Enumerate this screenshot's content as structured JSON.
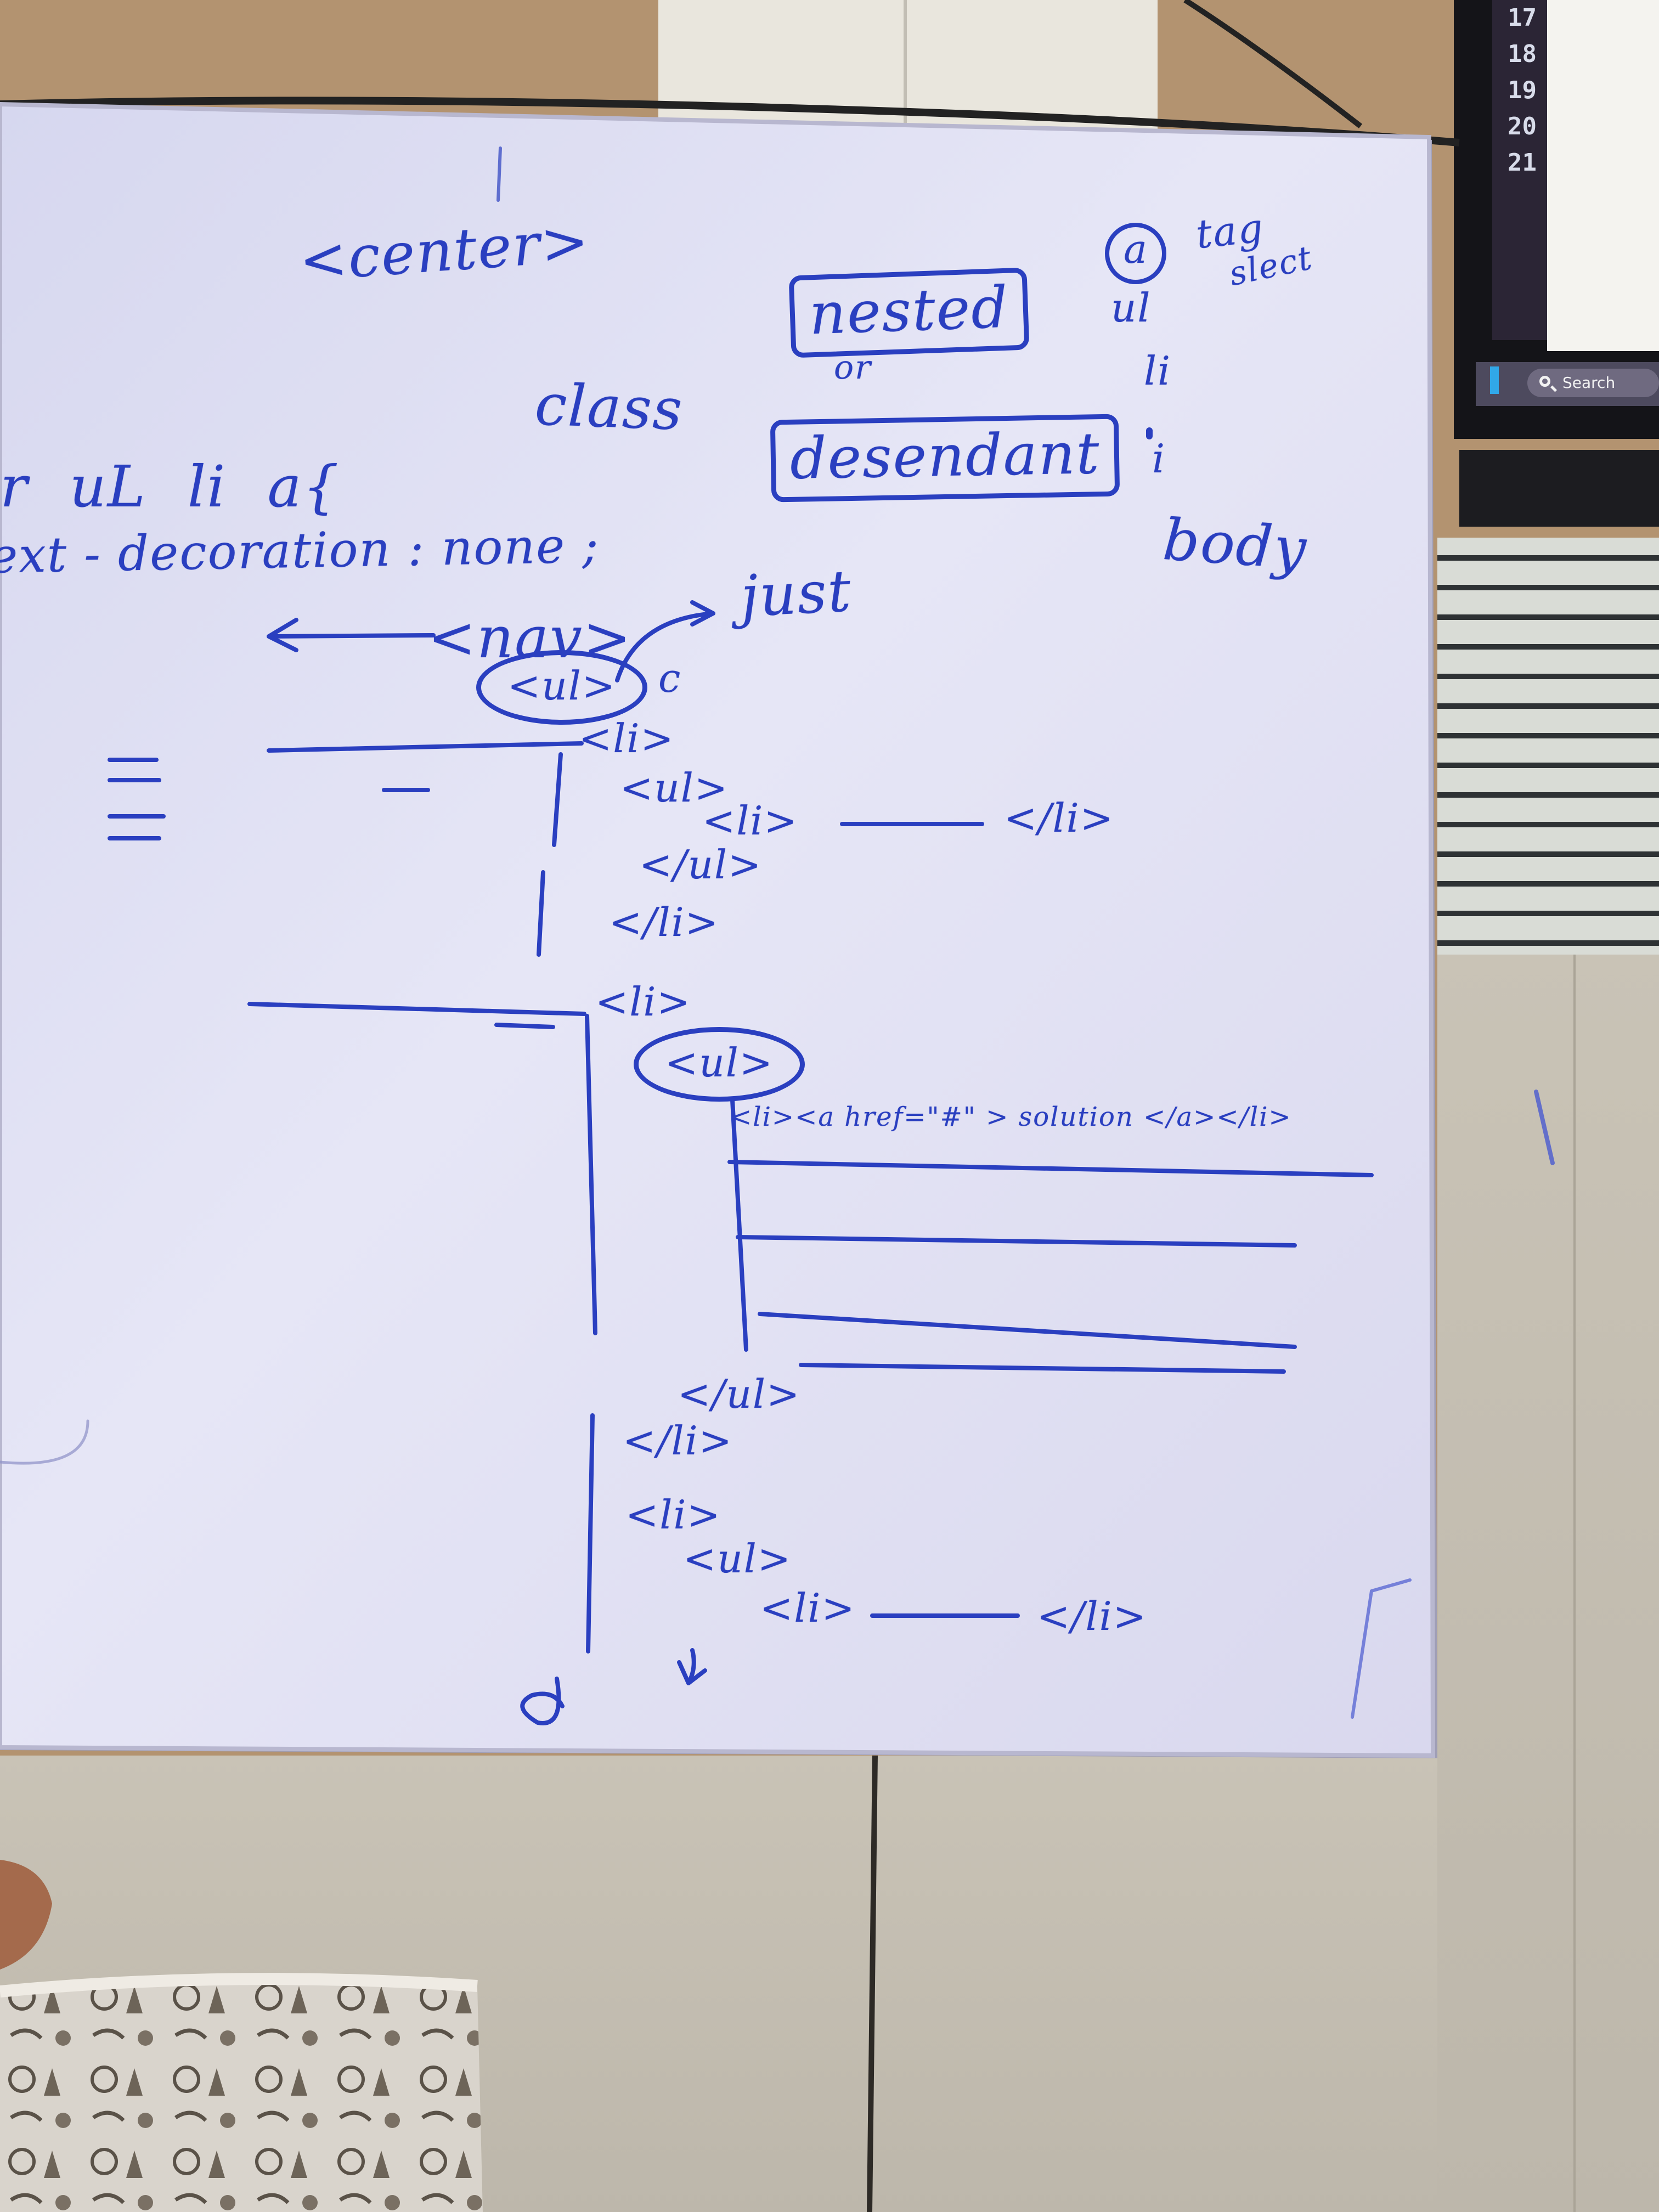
{
  "whiteboard": {
    "notes": {
      "center_tag": "<center>",
      "a_label": "a",
      "tag": "tag",
      "select": "slect",
      "nested": "nested",
      "or": "or",
      "class": "class",
      "descendant": "desendant",
      "ul_right": "ul",
      "li_right": "li",
      "i_right": "i",
      "body": "body",
      "selector_line": "r  uL   li   a{",
      "declaration_line": "ext - decoration : none ;",
      "nav": "<nav>",
      "just": "just",
      "ul_top": "<ul>",
      "c_mark": "c",
      "li_1": "<li>",
      "ul_1": "<ul>",
      "li_1a": "<li>",
      "li_1a_close": "</li>",
      "ul_1_close": "</ul>",
      "li_1_close": "</li>",
      "li_2": "<li>",
      "ul_2": "<ul>",
      "link_line": "<li><a href=\"#\" > solution </a></li>",
      "ul_2_close": "</ul>",
      "li_2_close": "</li>",
      "li_3": "<li>",
      "ul_3": "<ul>",
      "li_3a": "<li>",
      "li_3a_close": "</li>"
    }
  },
  "monitor": {
    "line_numbers": [
      "17",
      "18",
      "19",
      "20",
      "21"
    ],
    "search_label": "Search"
  },
  "colors": {
    "marker_blue": "#2a3fc0",
    "board": "#e4e3f4",
    "wall": "#b69670"
  }
}
